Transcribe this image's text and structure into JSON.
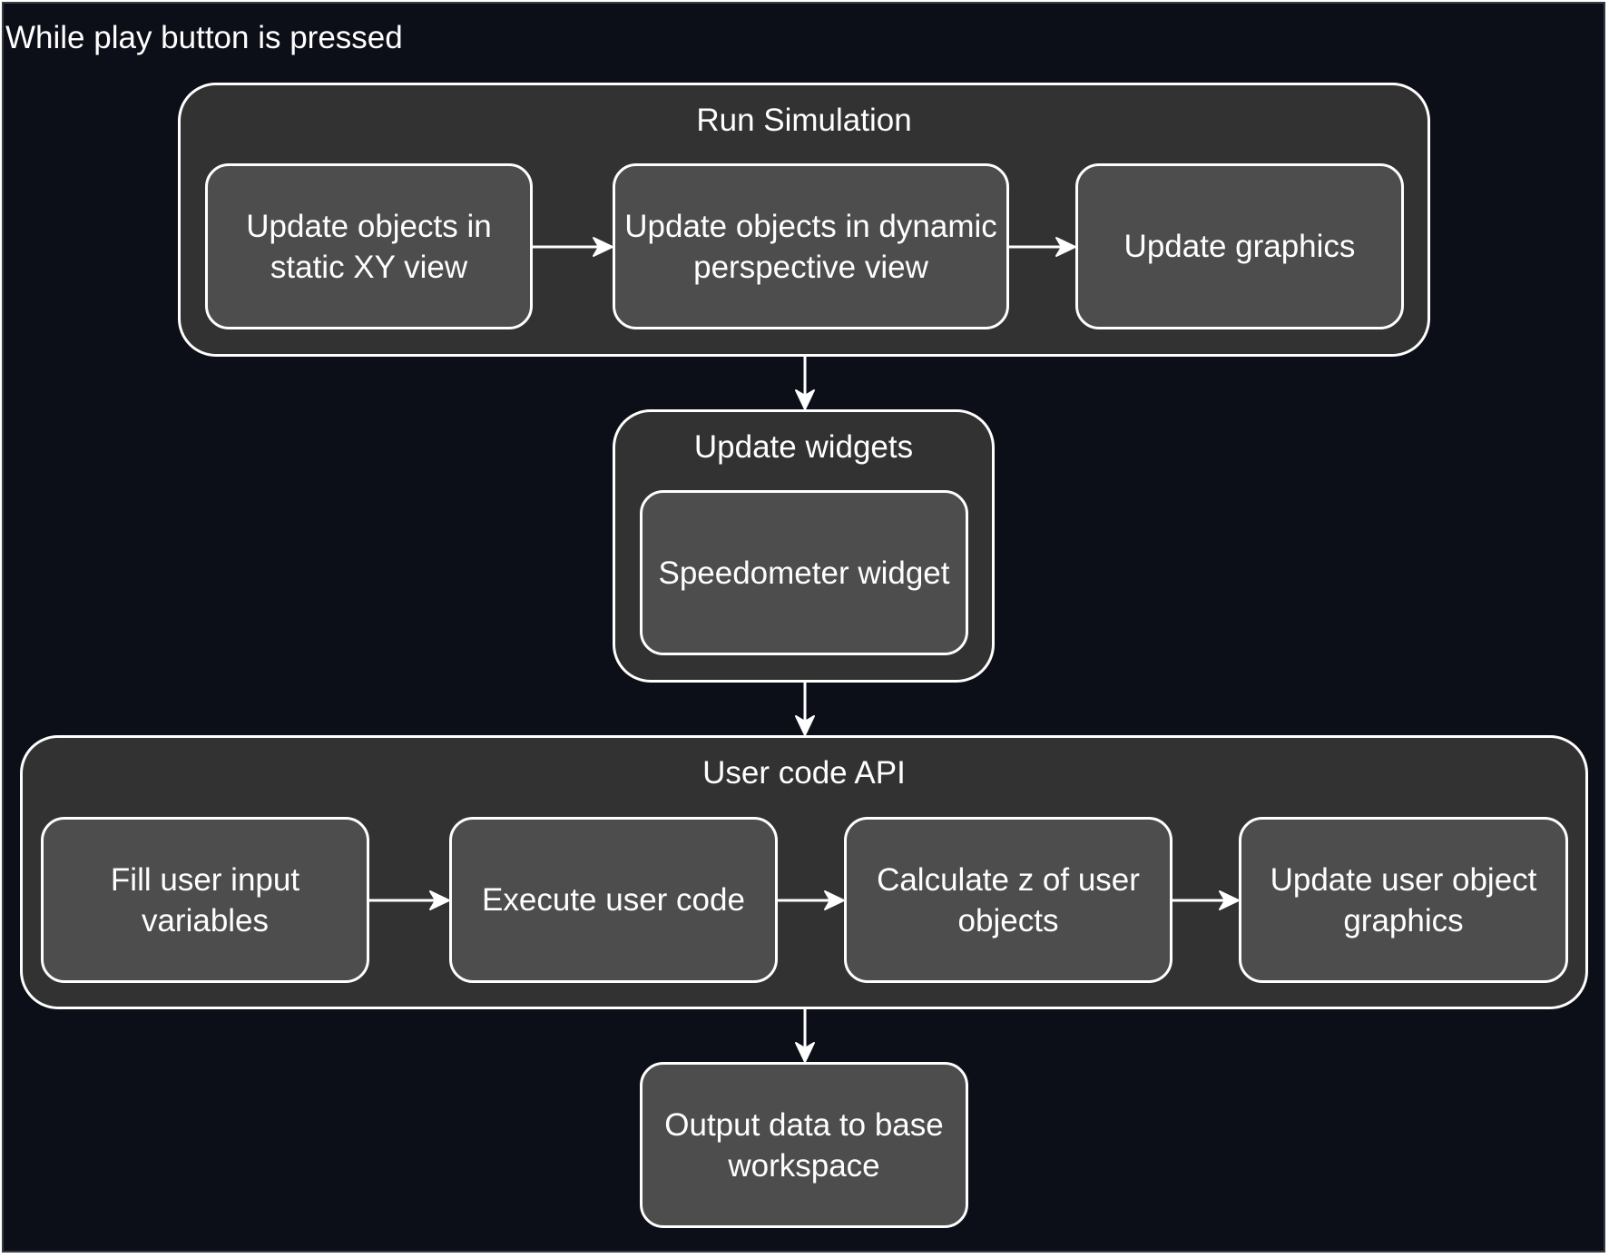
{
  "diagram": {
    "loop_label": "While play button is pressed",
    "run_simulation": {
      "title": "Run Simulation",
      "steps": [
        "Update objects in static XY view",
        "Update objects in dynamic perspective view",
        "Update graphics"
      ]
    },
    "update_widgets": {
      "title": "Update widgets",
      "steps": [
        "Speedometer widget"
      ]
    },
    "user_code_api": {
      "title": "User code API",
      "steps": [
        "Fill user input variables",
        "Execute user code",
        "Calculate z of user objects",
        "Update user object graphics"
      ]
    },
    "output": "Output data to base workspace",
    "colors": {
      "background": "#0c0f17",
      "container": "#323232",
      "step": "#4d4d4d",
      "stroke": "#ffffff"
    }
  }
}
